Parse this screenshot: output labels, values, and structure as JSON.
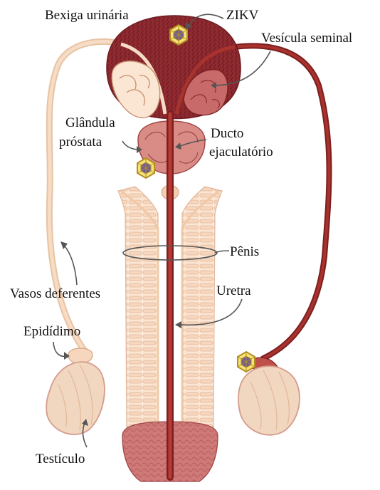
{
  "labels": {
    "bladder": "Bexiga urinária",
    "zikv": "ZIKV",
    "seminal_vesicle": "Vesícula seminal",
    "prostate_line1": "Glândula",
    "prostate_line2": "próstata",
    "ejac_line1": "Ducto",
    "ejac_line2": "ejaculatório",
    "penis": "Pênis",
    "vas_deferens": "Vasos deferentes",
    "urethra": "Uretra",
    "epididymis": "Epidídimo",
    "testicle": "Testículo"
  },
  "colors": {
    "vas_left": "#f3d2b6",
    "vas_right": "#9a2a2a",
    "bladder": "#8e2a30",
    "penis_body": "#f6dcc4",
    "urethra": "#a8322e",
    "testis": "#f1d7bf",
    "virus": "#b39020",
    "virus_inner": "#6f5a9a"
  }
}
